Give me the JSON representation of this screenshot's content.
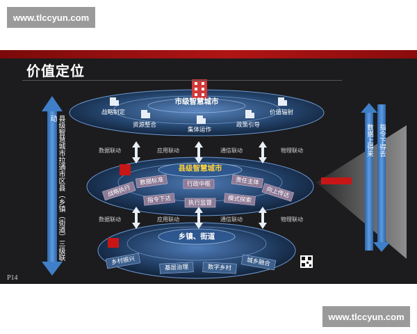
{
  "watermark_top": "www.tlccyun.com",
  "watermark_bottom": "www.tlccyun.com",
  "slide": {
    "title": "价值定位",
    "page_number": "P14",
    "left_vertical_label": "县级智慧城市拉通市区县（乡镇（街道）三级联动",
    "right_up_label": "数据上得来",
    "right_down_label": "指令下得去",
    "levels": {
      "city": {
        "title": "市级智慧城市",
        "items": [
          "战略制定",
          "资源整合",
          "集体运作",
          "政策引导",
          "价值辐射"
        ]
      },
      "county": {
        "title": "县级智慧城市",
        "inner_items": [
          "数据标准",
          "行政中枢",
          "责任主体"
        ],
        "outer_items": [
          "战略执行",
          "指令下达",
          "执行监督",
          "模式探索",
          "向上传达"
        ]
      },
      "town": {
        "title": "乡镇、街道",
        "items": [
          "乡村振兴",
          "基层治理",
          "数字乡村",
          "城乡融合"
        ]
      }
    },
    "connectors_top": [
      "数据联动",
      "应用联动",
      "通信联动",
      "物理联动"
    ],
    "connectors_bottom": [
      "数据联动",
      "应用联动",
      "通信联动",
      "物理联动"
    ]
  },
  "colors": {
    "slide_bg": "#1c1c1e",
    "accent_red": "#b01515",
    "county_title": "#ffd23a",
    "arrow_blue": "#3f7fc8"
  }
}
